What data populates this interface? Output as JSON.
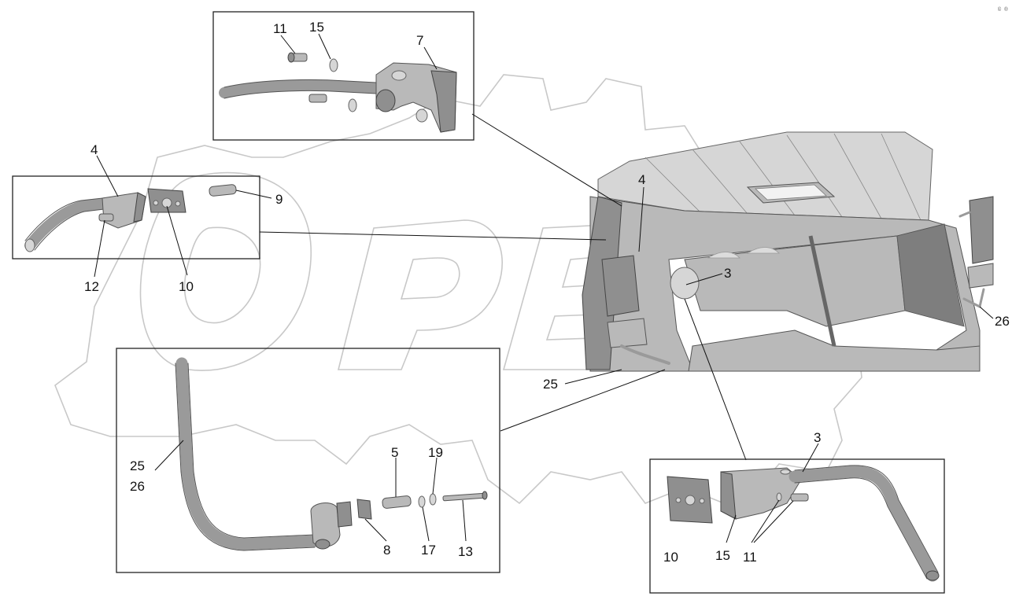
{
  "diagram": {
    "corner_stamp": "© ®",
    "callouts": {
      "top_box": [
        "11",
        "15",
        "7"
      ],
      "left_box": [
        "4",
        "9",
        "12",
        "10"
      ],
      "cab": [
        "4",
        "3",
        "25",
        "26"
      ],
      "bottom_left_box": [
        "25",
        "26",
        "5",
        "19",
        "8",
        "17",
        "13"
      ],
      "bottom_right_box": [
        "3",
        "10",
        "15",
        "11"
      ]
    }
  }
}
